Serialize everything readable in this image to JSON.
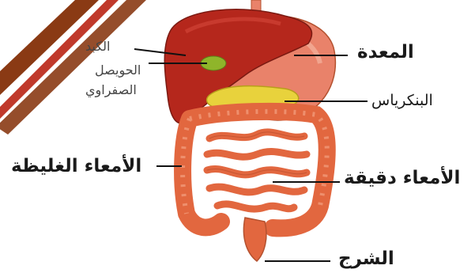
{
  "labels": {
    "liver": "الكبد",
    "gallbladder_line1": "الحويصل",
    "gallbladder_line2": "الصفراوي",
    "stomach": "المعدة",
    "pancreas": "البنكرياس",
    "large_intestine": "الأمعاء الغليظة",
    "small_intestine": "الأمعاء دقيقة",
    "rectum": "الشرج"
  },
  "colors": {
    "stripe_dark": "#7a3310",
    "stripe_light": "#c0392b",
    "liver": "#b5271c",
    "stomach": "#e9826a",
    "intestine": "#e2673f",
    "pancreas": "#e8d23c",
    "gallbladder": "#8fb52a"
  }
}
